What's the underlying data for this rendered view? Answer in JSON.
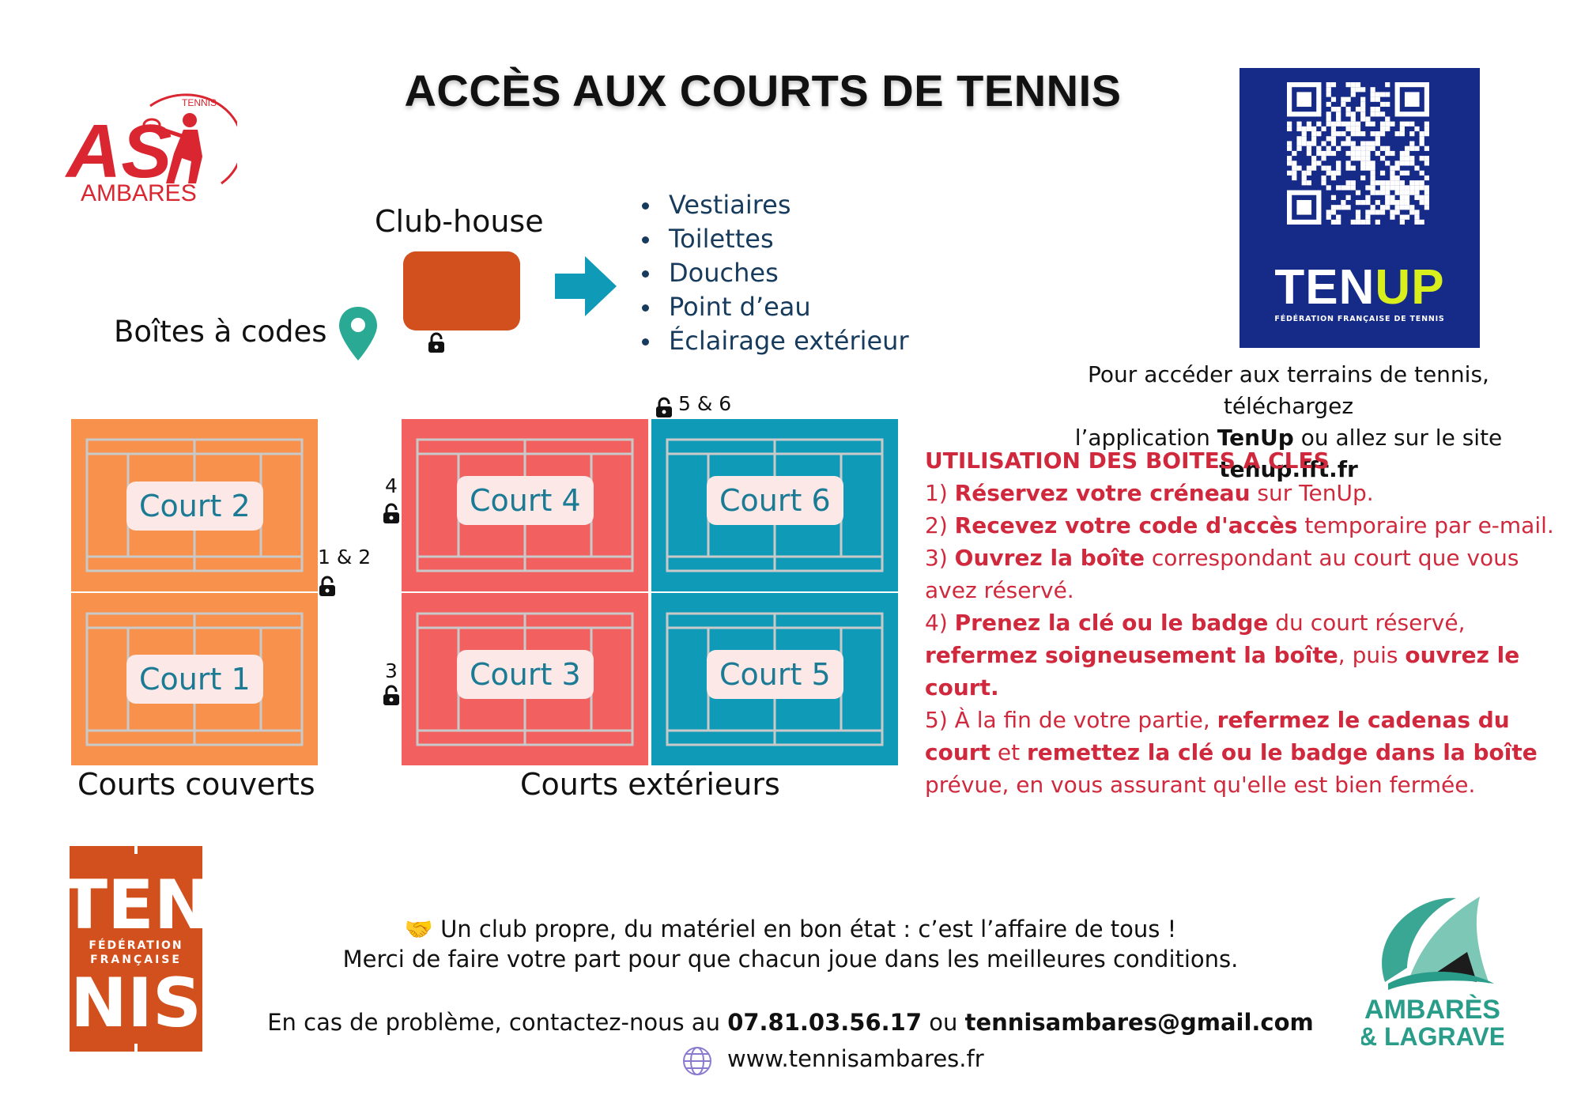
{
  "title": "ACCÈS AUX COURTS DE TENNIS",
  "as_logo": {
    "text": "AS",
    "sub": "AMBARÈS",
    "ring": "TENNIS"
  },
  "clubhouse": {
    "label": "Club-house",
    "boites_label": "Boîtes à codes",
    "amenities": [
      "Vestiaires",
      "Toilettes",
      "Douches",
      "Point d’eau",
      "Éclairage extérieur"
    ]
  },
  "tenup": {
    "brand_a": "TEN",
    "brand_b": "UP",
    "federation": "FÉDÉRATION FRANÇAISE DE TENNIS",
    "line1": "Pour accéder aux terrains de tennis, téléchargez",
    "line2_a": "l’application ",
    "line2_b": "TenUp",
    "line2_c": " ou allez sur le site ",
    "line2_d": "tenup.fft.fr"
  },
  "courts": {
    "court1": "Court 1",
    "court2": "Court 2",
    "court3": "Court 3",
    "court4": "Court 4",
    "court5": "Court 5",
    "court6": "Court 6",
    "code_12": "1 & 2",
    "code_3": "3",
    "code_4": "4",
    "code_56": "5 & 6",
    "couverts": "Courts couverts",
    "exterieurs": "Courts extérieurs"
  },
  "rules": {
    "title": "UTILISATION DES BOITES A CLES",
    "r1_n": "1) ",
    "r1_b": "Réservez votre créneau",
    "r1_t": " sur TenUp.",
    "r2_n": "2) ",
    "r2_b": "Recevez votre code d'accès",
    "r2_t": " temporaire par e-mail.",
    "r3_n": "3) ",
    "r3_b": "Ouvrez la boîte",
    "r3_t": " correspondant au court que vous avez réservé.",
    "r4_n": "4) ",
    "r4_b1": "Prenez la clé ou le badge",
    "r4_t1": " du court réservé, ",
    "r4_b2": "refermez soigneusement la boîte",
    "r4_t2": ", puis ",
    "r4_b3": "ouvrez le court.",
    "r5_n": "5) À la fin de votre partie, ",
    "r5_b1": "refermez le cadenas du court",
    "r5_t1": " et ",
    "r5_b2": "remettez la clé ou le badge dans la boîte",
    "r5_t2": " prévue, en vous assurant qu'elle est bien fermée."
  },
  "fft_logo": {
    "top": "TEN",
    "fed1": "FÉDÉRATION",
    "fed2": "FRANÇAISE",
    "bottom": "NIS"
  },
  "ambares_logo": {
    "line1": "AMBARÈS",
    "line2": "& LAGRAVE"
  },
  "footer": {
    "emoji": "🤝",
    "line1": " Un club propre, du matériel en bon état : c’est l’affaire de tous !",
    "line2": "Merci de faire votre part pour que chacun joue dans les meilleures conditions.",
    "contact_a": "En cas de problème, contactez-nous au ",
    "phone": "07.81.03.56.17",
    "contact_b": " ou ",
    "email": "tennisambares@gmail.com",
    "website": "www.tennisambares.fr"
  },
  "colors": {
    "clay": "#f7914b",
    "red": "#f2605f",
    "teal": "#0f9ab8",
    "clubhouse": "#d2501d",
    "rules": "#d0293d",
    "tenup_bg": "#162a88",
    "tenup_up": "#d8ef1d"
  }
}
